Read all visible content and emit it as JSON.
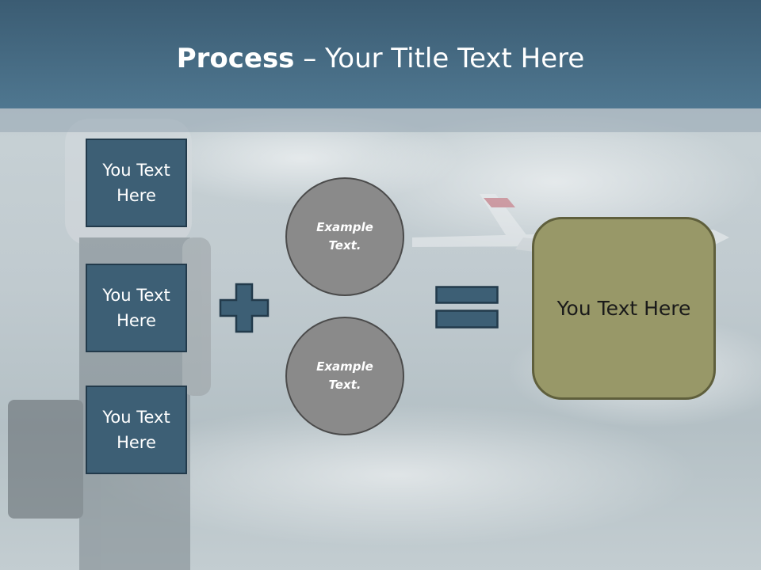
{
  "slide": {
    "title_bold": "Process",
    "title_rest": " – Your Title Text Here"
  },
  "left_boxes": [
    {
      "text": "You Text Here"
    },
    {
      "text": "You Text Here"
    },
    {
      "text": "You Text Here"
    }
  ],
  "circles": [
    {
      "text": "Example Text."
    },
    {
      "text": "Example Text."
    }
  ],
  "result": {
    "text": "You Text Here"
  },
  "colors": {
    "title_bar": "#4a7089",
    "box_fill": "#3d5f75",
    "circle_fill": "#8a8a8a",
    "result_fill": "#989868",
    "operator": "#3d5f75"
  },
  "icons": {
    "plus": "plus-icon",
    "equals": "equals-icon"
  }
}
